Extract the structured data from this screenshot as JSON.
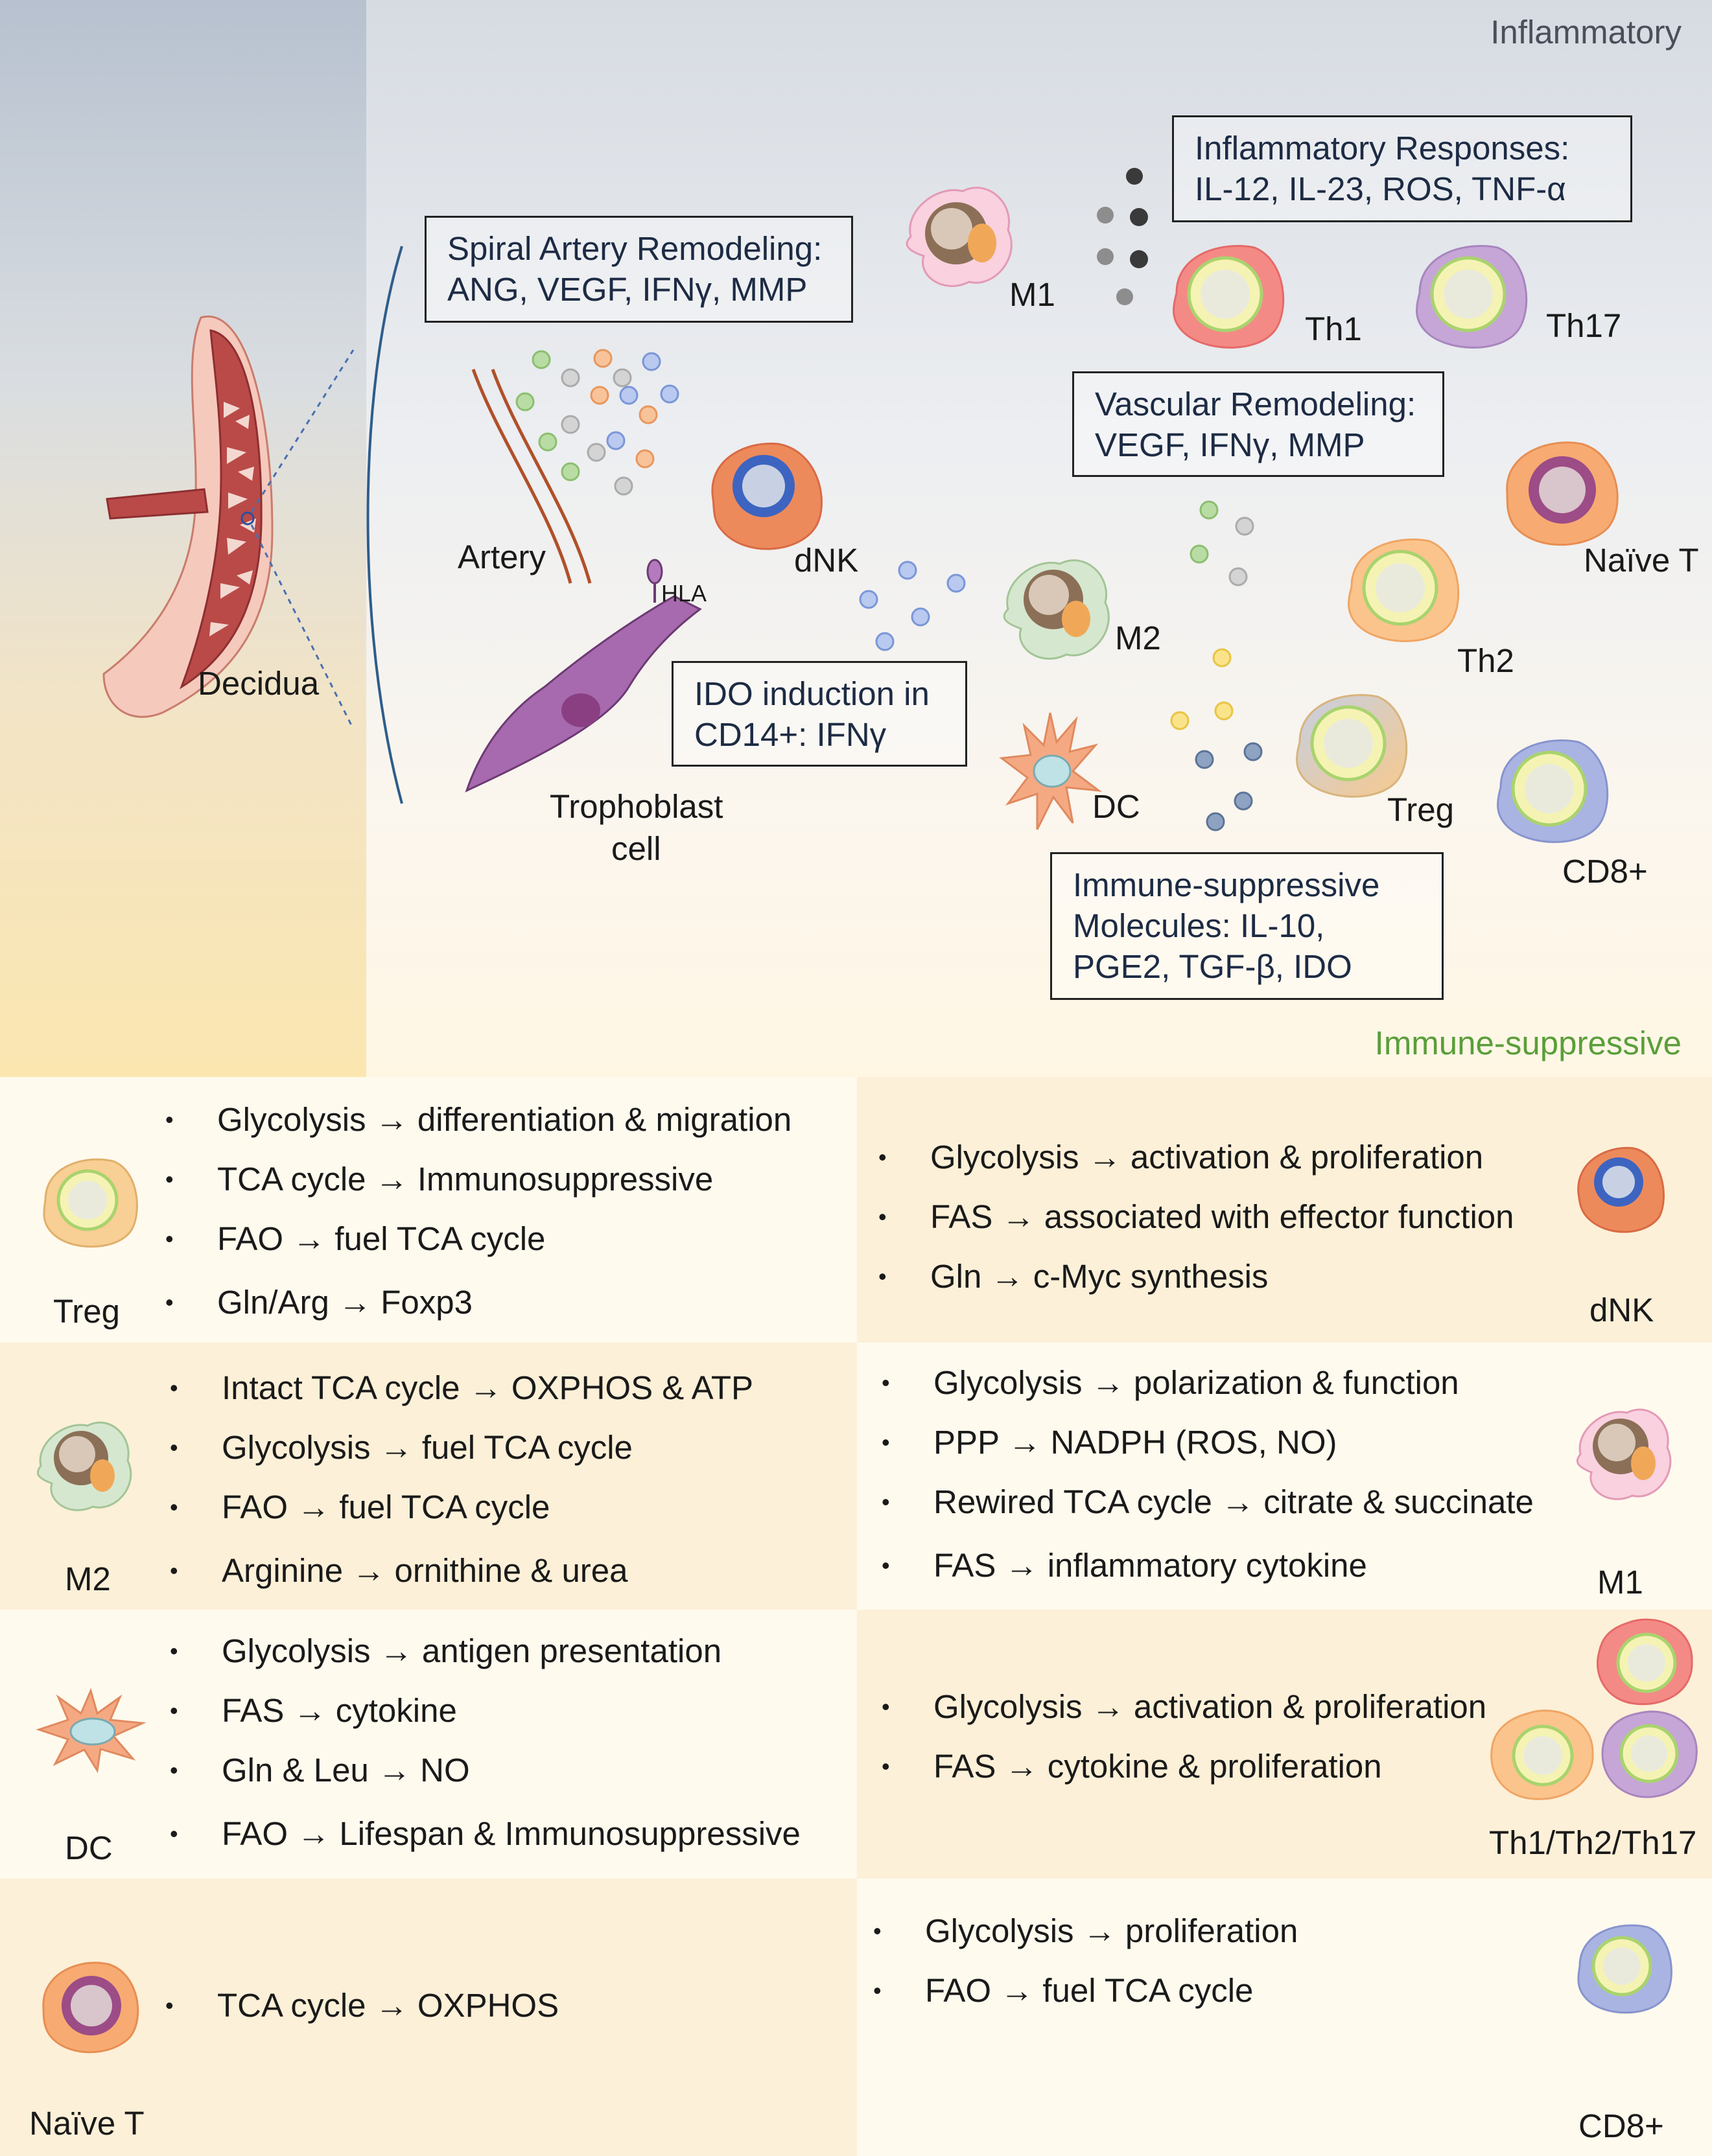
{
  "top": {
    "gradient_label_top": "Inflammatory",
    "gradient_label_bottom": "Immune-suppressive",
    "decidua_label": "Decidua",
    "artery_label": "Artery",
    "trophoblast_label_line1": "Trophoblast",
    "trophoblast_label_line2": "cell",
    "hla_label": "HLA",
    "cells": {
      "m1": "M1",
      "th1": "Th1",
      "th17": "Th17",
      "dnk": "dNK",
      "m2": "M2",
      "naive_t": "Naïve T",
      "th2": "Th2",
      "dc": "DC",
      "treg": "Treg",
      "cd8": "CD8+"
    },
    "boxes": {
      "inflammatory": [
        "Inflammatory Responses:",
        "IL-12, IL-23, ROS, TNF-α"
      ],
      "spiral": [
        "Spiral Artery Remodeling:",
        "ANG, VEGF, IFNγ, MMP"
      ],
      "vascular": [
        "Vascular Remodeling:",
        "VEGF, IFNγ, MMP"
      ],
      "ido": [
        "IDO induction in",
        "CD14+: IFNγ"
      ],
      "suppressive": [
        "Immune-suppressive",
        "Molecules: IL-10,",
        "PGE2, TGF-β, IDO"
      ]
    }
  },
  "colors": {
    "inflammatory_gray": "#555555",
    "suppressive_green": "#5a9e3a",
    "cell_tan": "#fdf0d8",
    "cell_cream": "#fffaee",
    "box_text": "#1d2b44"
  },
  "table": [
    {
      "left": {
        "label": "Treg",
        "items": [
          "Glycolysis → differentiation & migration",
          "TCA cycle → Immunosuppressive",
          "FAO → fuel TCA cycle",
          "Gln/Arg → Foxp3"
        ]
      },
      "right": {
        "label": "dNK",
        "items": [
          "Glycolysis → activation & proliferation",
          "FAS → associated with effector function",
          "Gln → c-Myc synthesis"
        ]
      }
    },
    {
      "left": {
        "label": "M2",
        "items": [
          "Intact TCA cycle → OXPHOS & ATP",
          "Glycolysis → fuel TCA cycle",
          "FAO → fuel TCA cycle",
          "Arginine → ornithine & urea"
        ]
      },
      "right": {
        "label": "M1",
        "items": [
          "Glycolysis → polarization & function",
          "PPP → NADPH (ROS, NO)",
          "Rewired TCA cycle → citrate & succinate",
          "FAS → inflammatory cytokine"
        ]
      }
    },
    {
      "left": {
        "label": "DC",
        "items": [
          "Glycolysis → antigen presentation",
          "FAS → cytokine",
          "Gln & Leu → NO",
          "FAO → Lifespan & Immunosuppressive"
        ]
      },
      "right": {
        "label": "Th1/Th2/Th17",
        "items": [
          "Glycolysis → activation & proliferation",
          "FAS → cytokine & proliferation"
        ]
      }
    },
    {
      "left": {
        "label": "Naïve T",
        "items": [
          "TCA cycle → OXPHOS"
        ]
      },
      "right": {
        "label": "CD8+",
        "items": [
          "Glycolysis → proliferation",
          "FAO → fuel TCA cycle"
        ]
      }
    }
  ]
}
